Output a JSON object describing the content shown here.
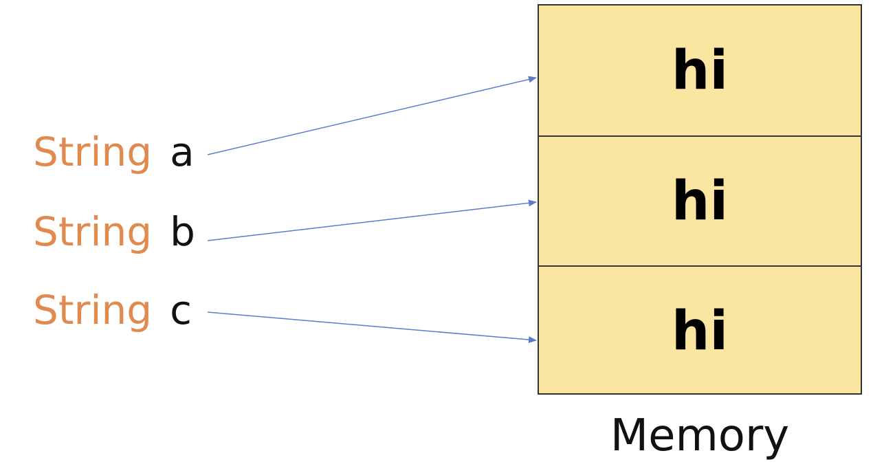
{
  "variables": [
    {
      "type": "String",
      "name": "a"
    },
    {
      "type": "String",
      "name": "b"
    },
    {
      "type": "String",
      "name": "c"
    }
  ],
  "memory": {
    "cells": [
      "hi",
      "hi",
      "hi"
    ],
    "caption": "Memory"
  },
  "colors": {
    "type_keyword": "#E08A50",
    "arrow": "#5B7CC9",
    "memory_fill": "#FAE5A1",
    "memory_border": "#333333"
  }
}
